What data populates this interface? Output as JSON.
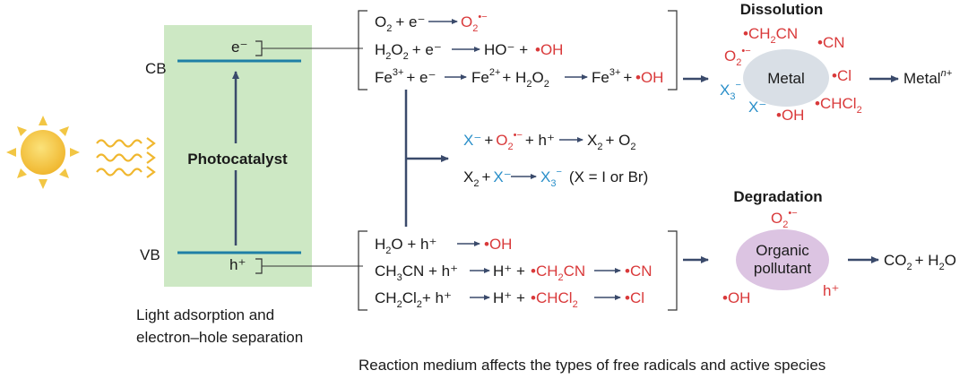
{
  "colors": {
    "panel": "#cde8c4",
    "band": "#1f7fa6",
    "arrow": "#3a4a6b",
    "radical": "#d9393a",
    "halide": "#2a8fc9",
    "metal_blob": "#d9dfe6",
    "organic_blob": "#dcc4e2",
    "sun": "#f2c644"
  },
  "icons": {
    "sun": "sun-icon",
    "light": "wavy-light-icon"
  },
  "band": {
    "cb": "CB",
    "vb": "VB",
    "electron": "e⁻",
    "hole": "h⁺",
    "photocatalyst": "Photocatalyst",
    "caption_line1": "Light adsorption and",
    "caption_line2": "electron–hole separation"
  },
  "reduction": {
    "r1": {
      "a": "O",
      "a_sub": "2",
      "b": "+ e⁻",
      "c": "O",
      "c_sub": "2",
      "c_sup": "•−"
    },
    "r2": {
      "a": "H",
      "a_sub": "2",
      "a2": "O",
      "a2_sub": "2",
      "b": "+ e⁻",
      "c": "HO⁻ +",
      "d": "•OH"
    },
    "r3": {
      "a": "Fe",
      "a_sup": "3+",
      "b": "+ e⁻",
      "c": "Fe",
      "c_sup": "2+",
      "d": "+ H",
      "d_sub": "2",
      "d2": "O",
      "d2_sub": "2",
      "e": "Fe",
      "e_sup": "3+",
      "f": "+",
      "g": "•OH"
    }
  },
  "middle": {
    "r1": {
      "a": "X⁻",
      "b": "+",
      "c": "O",
      "c_sub": "2",
      "c_sup": "•−",
      "d": "+ h⁺",
      "e": "X",
      "e_sub": "2",
      "f": "+ O",
      "f_sub": "2"
    },
    "r2": {
      "a": "X",
      "a_sub": "2",
      "b": "+",
      "c": "X⁻",
      "d": "X",
      "d_sub": "3",
      "d_sup": "−",
      "e": "(X = I or Br)"
    }
  },
  "oxidation": {
    "r1": {
      "a": "H",
      "a_sub": "2",
      "a2": "O + h⁺",
      "b": "•OH"
    },
    "r2": {
      "a": "CH",
      "a_sub": "3",
      "a2": "CN + h⁺",
      "b": "H⁺ +",
      "c": "•CH",
      "c_sub": "2",
      "c2": "CN",
      "d": "•CN"
    },
    "r3": {
      "a": "CH",
      "a_sub": "2",
      "a2": "Cl",
      "a2_sub": "2",
      "a3": "+ h⁺",
      "b": "H⁺ +",
      "c": "•CHCl",
      "c_sub": "2",
      "d": "•Cl"
    }
  },
  "dissolution": {
    "title": "Dissolution",
    "blob": "Metal",
    "product": "Metal",
    "product_sup": "n+",
    "species": {
      "ch2cn": "•CH",
      "ch2cn_sub": "2",
      "ch2cn_tail": "CN",
      "cn": "•CN",
      "o2": "O",
      "o2_sub": "2",
      "o2_sup": "•−",
      "cl": "•Cl",
      "x3": "X",
      "x3_sub": "3",
      "x3_sup": "−",
      "xm": "X⁻",
      "oh": "•OH",
      "chcl2": "•CHCl",
      "chcl2_sub": "2"
    }
  },
  "degradation": {
    "title": "Degradation",
    "blob_line1": "Organic",
    "blob_line2": "pollutant",
    "o2": "O",
    "o2_sub": "2",
    "o2_sup": "•−",
    "oh": "•OH",
    "h": "h⁺",
    "product": "CO",
    "product_sub": "2",
    "product_mid": "+ H",
    "product_sub2": "2",
    "product_tail": "O"
  },
  "footer": "Reaction medium affects the types of free radicals and active species"
}
